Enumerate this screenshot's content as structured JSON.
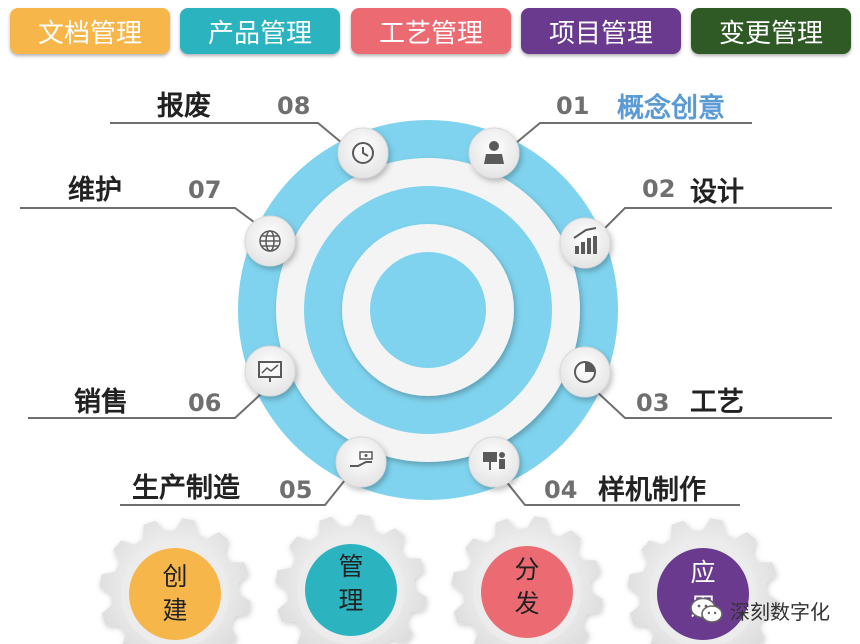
{
  "tabs": [
    {
      "label": "文档管理",
      "color": "#f6b64a"
    },
    {
      "label": "产品管理",
      "color": "#2bb3c0"
    },
    {
      "label": "工艺管理",
      "color": "#ec6b72"
    },
    {
      "label": "项目管理",
      "color": "#6a3a8e"
    },
    {
      "label": "变更管理",
      "color": "#2f5a26"
    }
  ],
  "stages": [
    {
      "number": "01",
      "label": "概念创意",
      "icon": "businessman-icon",
      "label_color": "#5b9bd5"
    },
    {
      "number": "02",
      "label": "设计",
      "icon": "growth-chart-icon"
    },
    {
      "number": "03",
      "label": "工艺",
      "icon": "pie-chart-icon"
    },
    {
      "number": "04",
      "label": "样机制作",
      "icon": "workstation-icon"
    },
    {
      "number": "05",
      "label": "生产制造",
      "icon": "hand-money-icon"
    },
    {
      "number": "06",
      "label": "销售",
      "icon": "presentation-board-icon"
    },
    {
      "number": "07",
      "label": "维护",
      "icon": "globe-icon"
    },
    {
      "number": "08",
      "label": "报废",
      "icon": "clock-icon"
    }
  ],
  "gears": [
    {
      "line1": "创",
      "line2": "建",
      "color": "#f6b64a"
    },
    {
      "line1": "管",
      "line2": "理",
      "color": "#2bb3c0"
    },
    {
      "line1": "分",
      "line2": "发",
      "color": "#ec6b72"
    },
    {
      "line1": "应",
      "line2": "用",
      "color": "#6a3a8e"
    }
  ],
  "watermark": {
    "text": "深刻数字化",
    "icon": "wechat-icon"
  }
}
